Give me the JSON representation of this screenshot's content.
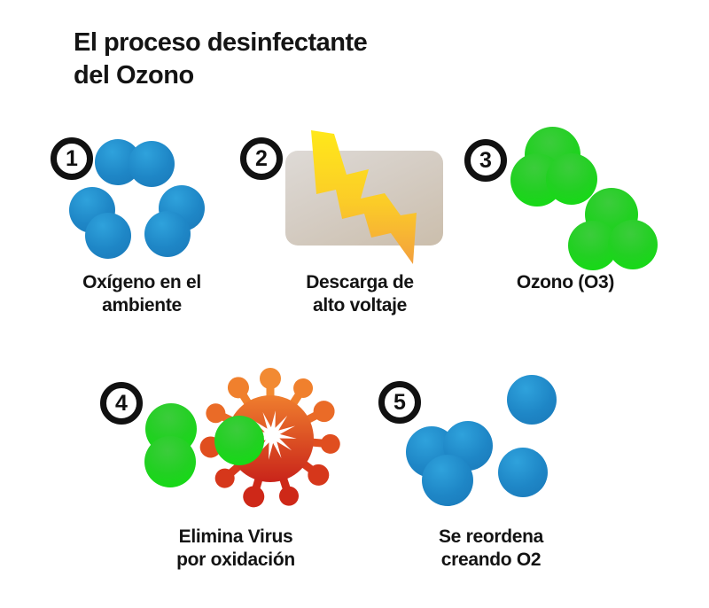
{
  "title": {
    "line1": "El proceso desinfectante",
    "line2": "del Ozono"
  },
  "steps": [
    {
      "number": "1",
      "label1": "Oxígeno en el",
      "label2": "ambiente"
    },
    {
      "number": "2",
      "label1": "Descarga de",
      "label2": "alto voltaje"
    },
    {
      "number": "3",
      "label1": "Ozono (O3)",
      "label2": ""
    },
    {
      "number": "4",
      "label1": "Elimina Virus",
      "label2": "por oxidación"
    },
    {
      "number": "5",
      "label1": "Se reordena",
      "label2": "creando O2"
    }
  ],
  "icons": {
    "step1": "blue-o2-molecule-pairs",
    "step2": "lightning-bolt-over-discharge-chamber",
    "step3": "green-o3-molecule-clusters",
    "step4": "virus-with-starburst-and-ozone-molecules",
    "step5": "blue-o2-circles-rearranged"
  },
  "colors": {
    "background": "#ffffff",
    "text": "#131313",
    "badge-border": "#111111",
    "molecule-blue": "#1E86C6",
    "molecule-blue-light": "#2FA2DC",
    "molecule-blue-dark": "#1A78B8",
    "molecule-green": "#22D022",
    "molecule-green-dark": "#3CCC3C",
    "molecule-green-bright": "#0FDF0F",
    "chamber-light": "#DEDAD6",
    "chamber-dark": "#CBBEAC",
    "bolt-yellow": "#FFE81A",
    "bolt-orange": "#F3A03E",
    "virus-orange": "#EF7E2E",
    "virus-red": "#C9241A",
    "starburst": "#FFFFFF"
  }
}
